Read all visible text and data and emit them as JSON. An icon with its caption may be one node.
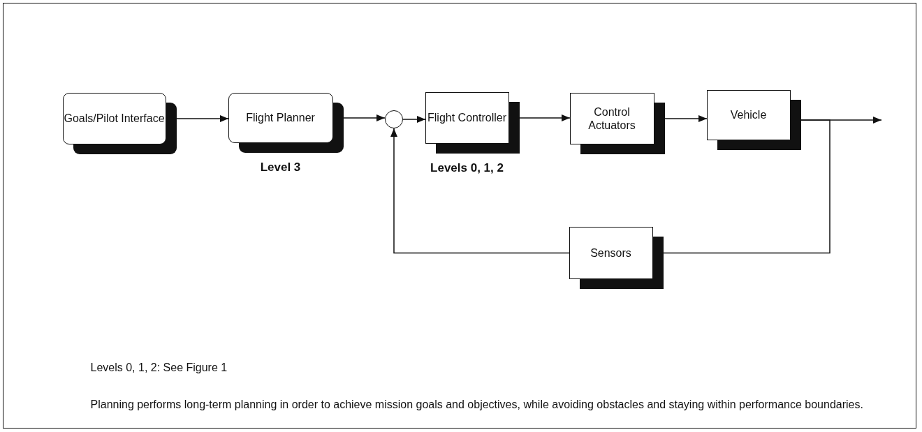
{
  "diagram": {
    "nodes": [
      {
        "text": [
          "Goals/Pilot Interface"
        ]
      },
      {
        "text": [
          "Flight Planner"
        ],
        "beside": [
          "Level 3"
        ]
      },
      {
        "text": [],
        "shape": "circle"
      },
      {
        "text": [
          "Flight Controller"
        ],
        "beside": [
          "Levels 0, 1, 2"
        ]
      },
      {
        "text": [
          "Control Actuators"
        ]
      },
      {
        "text": [
          "Vehicle"
        ]
      },
      {
        "text": [
          "Sensors"
        ]
      }
    ],
    "edges": [
      {
        "from": 0,
        "to": 1,
        "arrow": "to"
      },
      {
        "from": 1,
        "to": 2,
        "arrow": "to"
      },
      {
        "from": 2,
        "to": 3,
        "arrow": "to"
      },
      {
        "from": 3,
        "to": 4,
        "arrow": "to"
      },
      {
        "from": 4,
        "to": 5,
        "arrow": "to"
      },
      {
        "from": 5,
        "to": null,
        "arrow": "to"
      },
      {
        "from": 5,
        "to": 6,
        "arrow": "none"
      },
      {
        "from": 6,
        "to": 2,
        "arrow": "to"
      }
    ],
    "labels": [
      "Levels 0, 1, 2: See Figure 1",
      "Planning performs long-term planning in order to achieve mission goals and objectives, while avoiding obstacles and staying within performance boundaries."
    ]
  }
}
